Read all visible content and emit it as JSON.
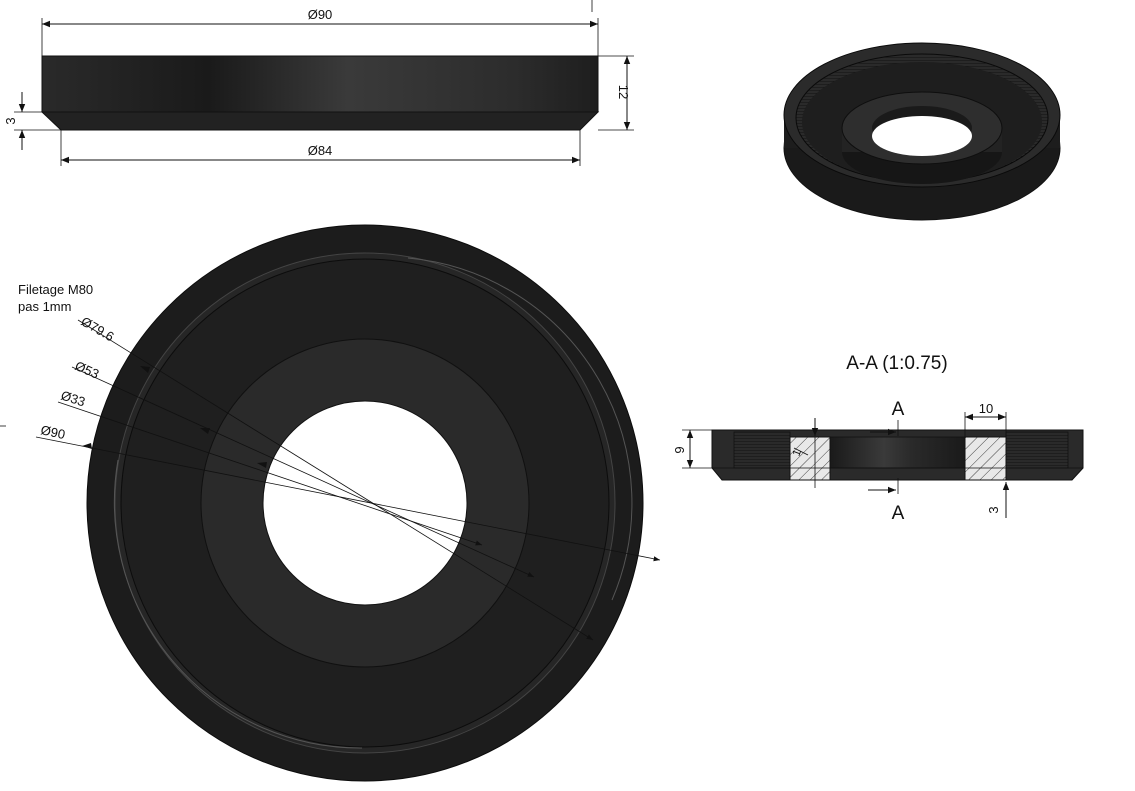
{
  "front_view": {
    "dim_overall_diameter": "Ø90",
    "dim_base_diameter": "Ø84",
    "dim_height": "12",
    "dim_chamfer": "3"
  },
  "top_view": {
    "thread_note_line1": "Filetage M80",
    "thread_note_line2": "pas 1mm",
    "dim_thread_diameter": "Ø79.6",
    "dim_boss_diameter": "Ø53",
    "dim_bore_diameter": "Ø33",
    "dim_outer_diameter": "Ø90"
  },
  "section_view": {
    "title": "A-A (1:0.75)",
    "cut_label_top": "A",
    "cut_label_bottom": "A",
    "dim_height": "9",
    "dim_wall": "10",
    "dim_base": "3",
    "dim_step": "1"
  },
  "colors": {
    "part": "#1c1c1c",
    "part_highlight": "#3a3a3a",
    "bore": "#ffffff",
    "hatch": "#555555"
  }
}
